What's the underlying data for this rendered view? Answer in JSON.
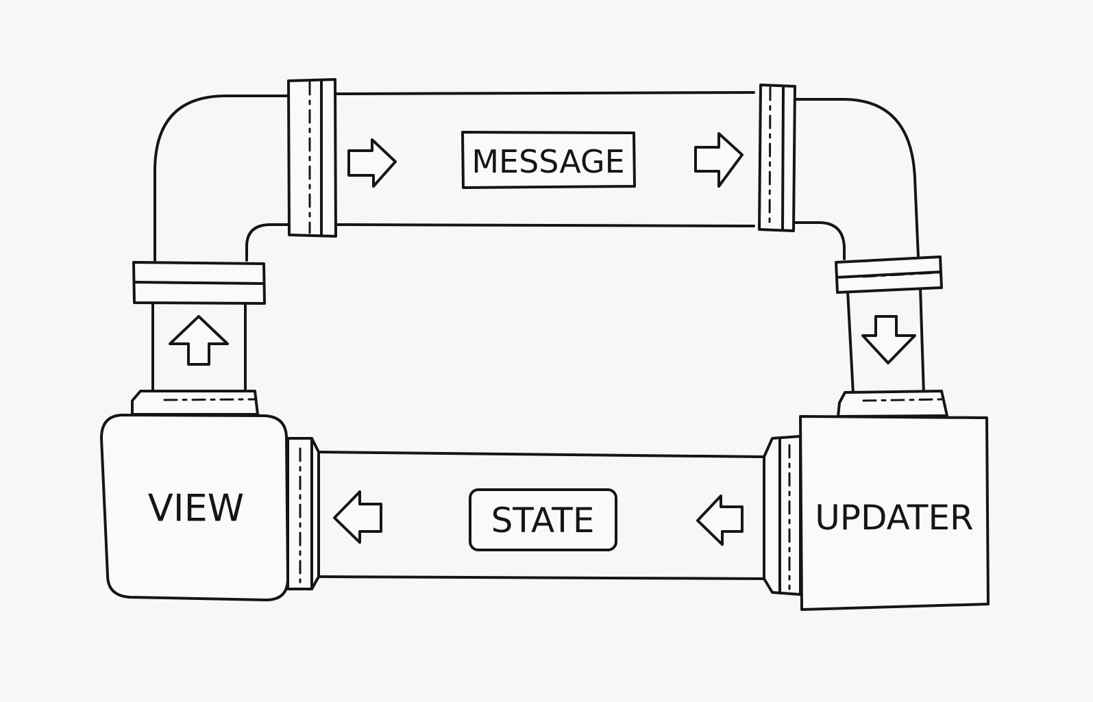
{
  "nodes": {
    "view": {
      "label": "VIEW"
    },
    "updater": {
      "label": "UPDATER"
    }
  },
  "pipes": {
    "message": {
      "label": "MESSAGE"
    },
    "state": {
      "label": "STATE"
    }
  },
  "colors": {
    "ink": "#151515",
    "paper": "#f7f7f6"
  }
}
